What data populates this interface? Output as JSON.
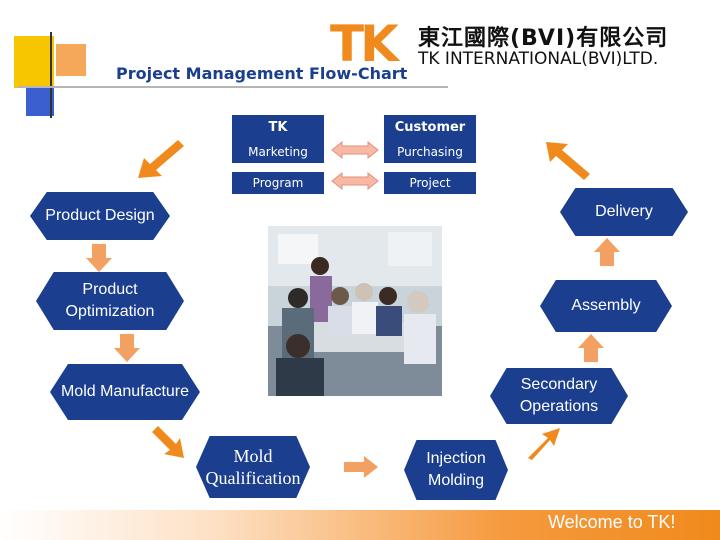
{
  "header": {
    "title": "Project Management Flow-Chart",
    "logo_mark": "TK",
    "company_cn": "東江國際(BVI)有限公司",
    "company_en": "TK INTERNATIONAL(BVI)LTD."
  },
  "table": {
    "col1_head": "TK",
    "col2_head": "Customer",
    "row1_left": "Marketing",
    "row1_right": "Purchasing",
    "row2_left": "Program",
    "row2_right": "Project"
  },
  "steps": {
    "product_design": "Product Design",
    "product_optimization": "Product Optimization",
    "mold_manufacture": "Mold Manufacture",
    "mold_qualification": "Mold Qualification",
    "injection_molding": "Injection Molding",
    "secondary_operations": "Secondary Operations",
    "assembly": "Assembly",
    "delivery": "Delivery"
  },
  "footer": {
    "text": "Welcome to TK!"
  },
  "colors": {
    "navy": "#1b3f8e",
    "orange": "#f08a1c",
    "gold": "#f5c518",
    "table_blue": "#1b3f8e"
  }
}
